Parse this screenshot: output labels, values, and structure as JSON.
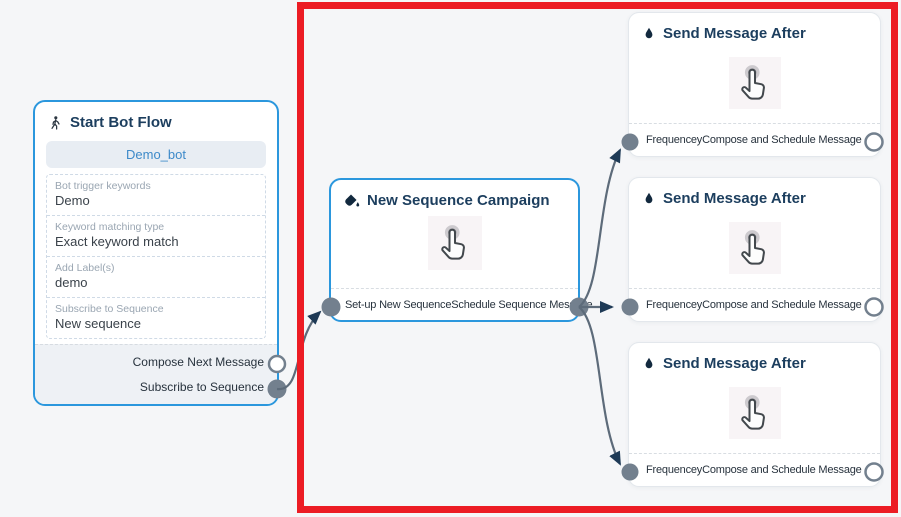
{
  "canvas": {
    "type": "bot-flow-builder"
  },
  "colors": {
    "background": "#f5f6f8",
    "selected_node_border_blue": "#2b97dd",
    "node_border_gray": "#e3e7ec",
    "title_navy": "#1c3e5e",
    "edge_gray": "#5d6b7a",
    "port_gray": "#73808e",
    "arrowhead_navy": "#1e3a56",
    "highlight_red": "#ec1c24",
    "button_bg": "#e8edf3",
    "button_text": "#3d8ac9"
  },
  "nodes": {
    "start_bot_flow": {
      "title": "Start Bot Flow",
      "icon": "walking-person-icon",
      "button_label": "Demo_bot",
      "fields": [
        {
          "label": "Bot trigger keywords",
          "value": "Demo"
        },
        {
          "label": "Keyword matching type",
          "value": "Exact keyword match"
        },
        {
          "label": "Add Label(s)",
          "value": "demo"
        },
        {
          "label": "Subscribe to Sequence",
          "value": "New sequence"
        }
      ],
      "outputs": [
        "Compose Next Message",
        "Subscribe to Sequence"
      ]
    },
    "sequence_campaign": {
      "title": "New Sequence Campaign",
      "icon": "fill-drip-icon",
      "body_icon": "hand-click-icon",
      "input_label": "Set-up New Sequence",
      "output_label": "Schedule Sequence Message"
    },
    "send_message_after": {
      "title": "Send Message After",
      "icon": "water-drop-icon",
      "body_icon": "hand-click-icon",
      "input_label": "Frequencey",
      "output_label": "Compose and Schedule Message",
      "instance_count": 3
    }
  },
  "annotation": {
    "shape": "red-highlight-rectangle"
  }
}
